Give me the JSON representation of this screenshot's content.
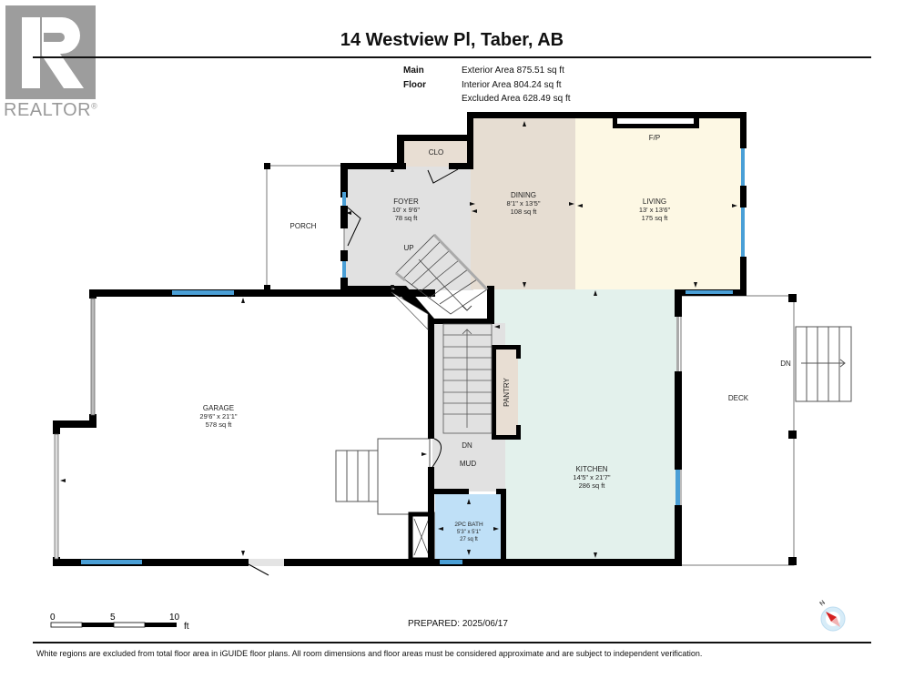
{
  "header": {
    "logo_text": "REALTOR",
    "logo_mark": "®",
    "title": "14 Westview Pl, Taber, AB"
  },
  "summary": {
    "floor_label": "Main Floor",
    "exterior": "Exterior Area 875.51 sq ft",
    "interior": "Interior Area 804.24 sq ft",
    "excluded": "Excluded Area 628.49 sq ft"
  },
  "rooms": {
    "porch": {
      "name": "PORCH"
    },
    "clo": {
      "name": "CLO"
    },
    "foyer": {
      "name": "FOYER",
      "dims": "10' x 9'6\"",
      "area": "78 sq ft"
    },
    "up": {
      "name": "UP"
    },
    "dining": {
      "name": "DINING",
      "dims": "8'1\" x 13'5\"",
      "area": "108 sq ft"
    },
    "living": {
      "name": "LIVING",
      "dims": "13' x 13'6\"",
      "area": "175 sq ft"
    },
    "fp": {
      "name": "F/P"
    },
    "garage": {
      "name": "GARAGE",
      "dims": "29'6\" x 21'1\"",
      "area": "578 sq ft"
    },
    "pantry": {
      "name": "PANTRY"
    },
    "dn_mud": {
      "name": "DN"
    },
    "mud": {
      "name": "MUD"
    },
    "bath": {
      "name": "2PC BATH",
      "dims": "5'3\" x 5'1\"",
      "area": "27 sq ft"
    },
    "kitchen": {
      "name": "KITCHEN",
      "dims": "14'5\" x 21'7\"",
      "area": "286 sq ft"
    },
    "deck": {
      "name": "DECK"
    },
    "dn_deck": {
      "name": "DN"
    }
  },
  "colors": {
    "wall": "#000000",
    "window": "#4a9fd6",
    "foyer": "#e1e1e1",
    "clo": "#e8ded3",
    "dining": "#e6ddd2",
    "living": "#fdf8e4",
    "kitchen": "#e3f1ec",
    "bath": "#bfe0f7",
    "pantry": "#e8ded3",
    "mud": "#e1e1e1"
  },
  "scale_bar": {
    "t0": "0",
    "t5": "5",
    "t10": "10",
    "unit": "ft"
  },
  "footer": {
    "prepared": "PREPARED: 2025/06/17",
    "disclaimer": "White regions are excluded from total floor area in iGUIDE floor plans. All room dimensions and floor areas must be considered approximate and are subject to independent verification."
  },
  "compass": {
    "label": "N"
  }
}
